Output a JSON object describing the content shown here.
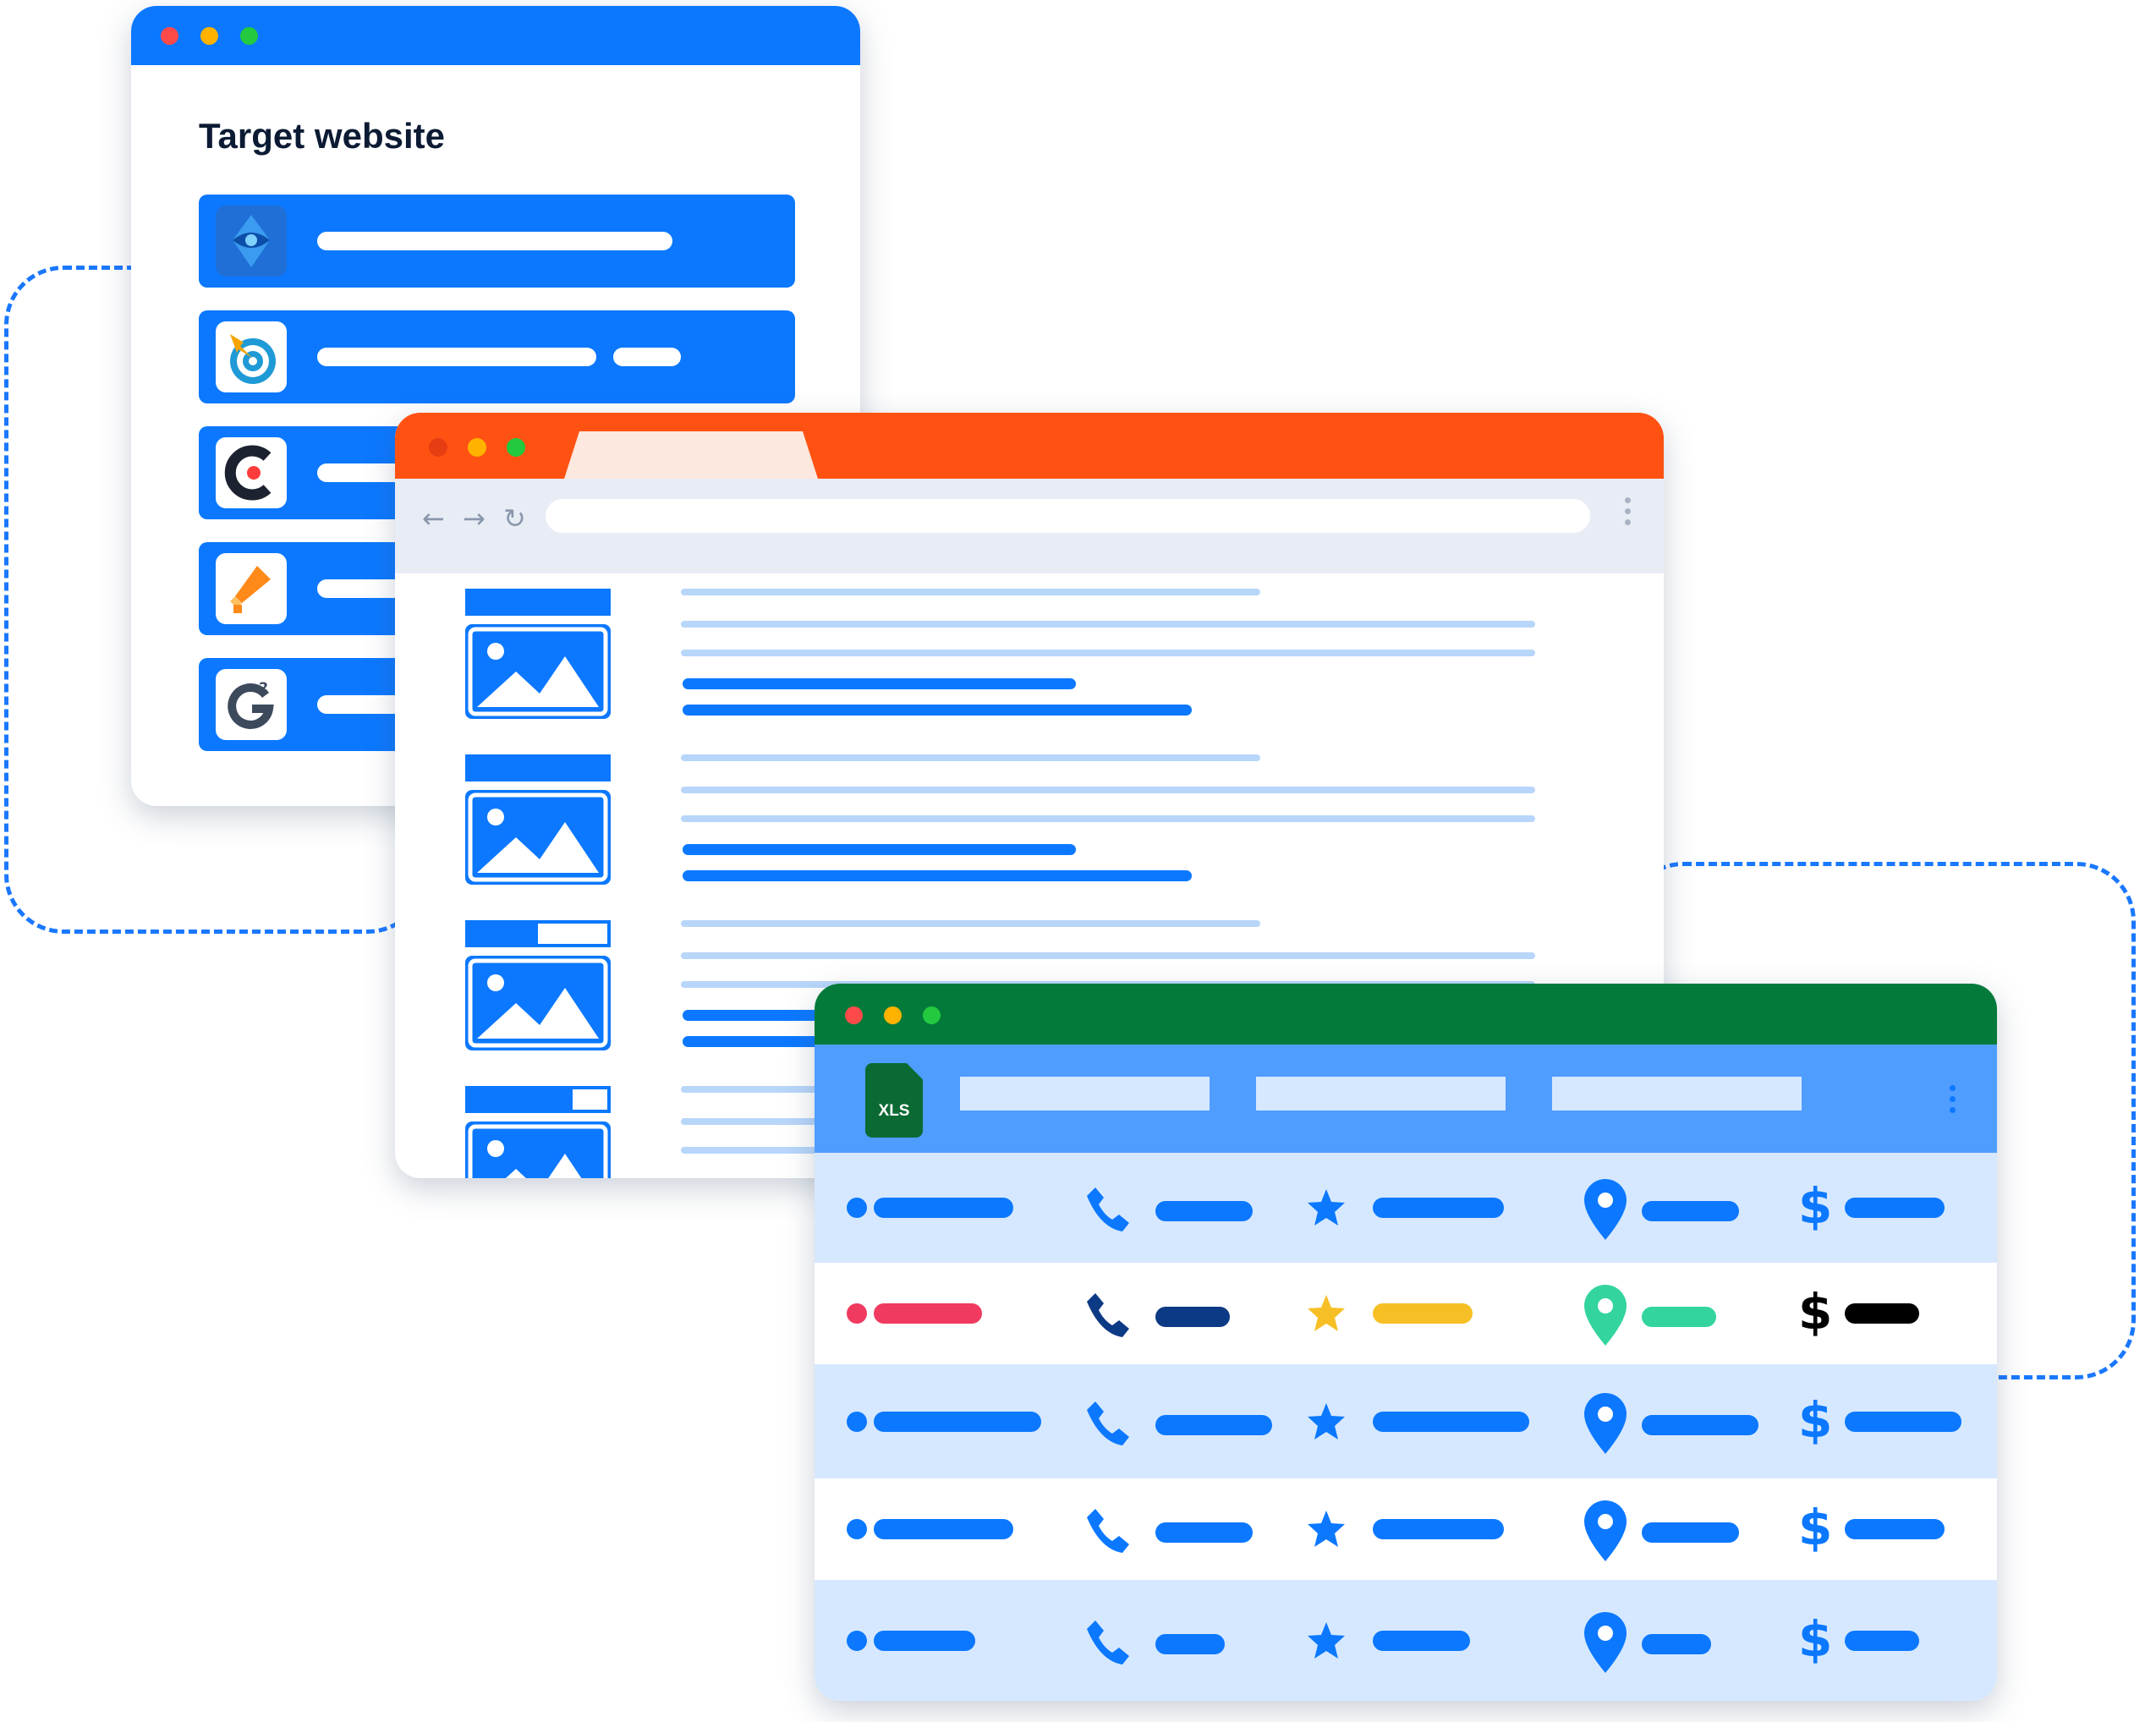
{
  "target_window": {
    "title": "Target website",
    "rows": [
      {
        "logo": "eye-shield-logo"
      },
      {
        "logo": "target-arrow-logo"
      },
      {
        "logo": "capterra-c-logo"
      },
      {
        "logo": "megaphone-logo"
      },
      {
        "logo": "g2-logo"
      }
    ]
  },
  "browser_window": {
    "nav_icons": {
      "back": "←",
      "forward": "→",
      "reload": "↻"
    },
    "results": 4
  },
  "spreadsheet_window": {
    "file_badge": "XLS",
    "columns": [
      "bullet",
      "phone",
      "rating",
      "location",
      "price"
    ],
    "rows": 5,
    "dollar_symbol": "$",
    "highlight_colors": {
      "bullet": "#f03a5f",
      "phone": "#0d3a85",
      "rating": "#f7bf26",
      "location": "#33d49e",
      "price": "#000000"
    }
  },
  "colors": {
    "blue": "#0b78ff",
    "orange": "#ff5212",
    "green": "#047a3a",
    "header_blue": "#4f9dff"
  }
}
